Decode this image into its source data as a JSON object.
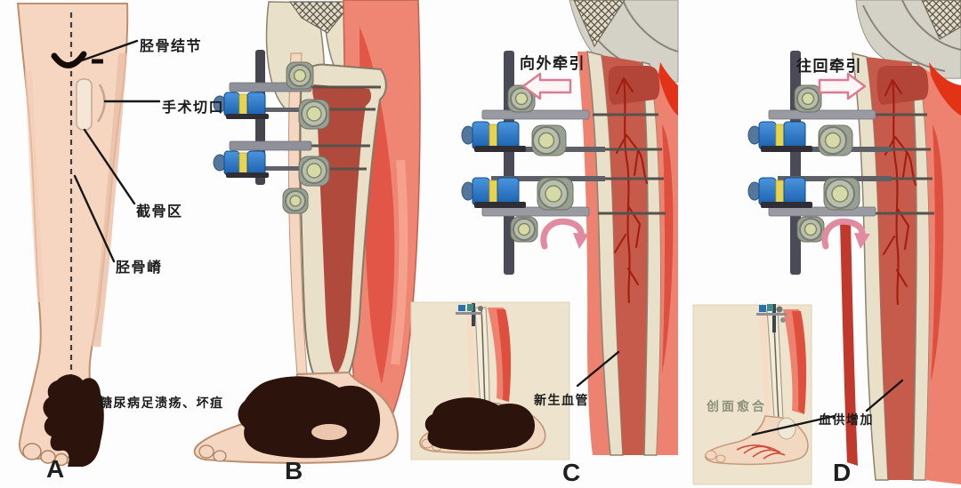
{
  "panels": {
    "a": {
      "letter": "A",
      "labels": {
        "tibial_tuberosity": "胫骨结节",
        "surgical_incision": "手术切口",
        "osteotomy_zone": "截骨区",
        "tibial_crest": "胫骨嵴",
        "diabetic_foot": "糖尿病足溃疡、坏疽"
      }
    },
    "b": {
      "letter": "B"
    },
    "c": {
      "letter": "C",
      "labels": {
        "traction_outward": "向外牵引",
        "new_vessels": "新生血管"
      }
    },
    "d": {
      "letter": "D",
      "labels": {
        "traction_back": "往回牵引",
        "wound_healing": "创面愈合",
        "blood_supply_increase": "血供增加"
      }
    }
  },
  "colors": {
    "skin": "#f6d6c1",
    "muscle": "#ef8573",
    "muscle_deep": "#e25648",
    "bone_cortex": "#e9e0c9",
    "marrow": "#b04a3c",
    "marrow_vessel_bed": "#c65a4b",
    "vessel_red": "#a31e10",
    "gangrene": "#2c130c",
    "fixator_rod": "#45454f",
    "fixator_bar": "#90909a",
    "clamp_blue": "#1a5fae",
    "clamp_yellow": "#e6d44e",
    "knob_olive": "#d6d9a8",
    "arrow_pink": "#db7b91",
    "inset_bg": "#eee3cd",
    "healed_text": "#8c9179",
    "label_text": "#1a1a1a"
  }
}
